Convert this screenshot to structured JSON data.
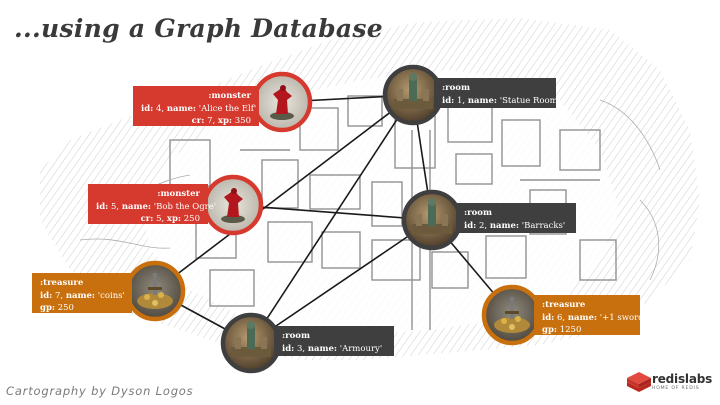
{
  "title": "...using a Graph Database",
  "credit": "Cartography by Dyson Logos",
  "logo": {
    "brand": "redislabs",
    "tagline": "HOME OF REDIS",
    "icon": "redis-cube-icon"
  },
  "colors": {
    "monster": "#d63a2f",
    "room": "#3f3f3f",
    "treasure": "#c9700e",
    "edge": "#1a1a1a"
  },
  "nodes": [
    {
      "id": "monster-4",
      "kind": "monster",
      "type_label": ":monster",
      "line2_key": "id:",
      "line2_val": " 4, ",
      "line2_key2": "name:",
      "line2_val2": " 'Alice the Elf'",
      "line3_key": "cr:",
      "line3_val": " 7, ",
      "line3_key2": "xp:",
      "line3_val2": " 350",
      "image": "monster-miniature-icon"
    },
    {
      "id": "monster-5",
      "kind": "monster",
      "type_label": ":monster",
      "line2_key": "id:",
      "line2_val": " 5, ",
      "line2_key2": "name:",
      "line2_val2": " 'Bob the Ogre'",
      "line3_key": "cr:",
      "line3_val": " 5, ",
      "line3_key2": "xp:",
      "line3_val2": " 250",
      "image": "monster-miniature-icon"
    },
    {
      "id": "room-1",
      "kind": "room",
      "type_label": ":room",
      "line2_key": "id:",
      "line2_val": " 1, ",
      "line2_key2": "name:",
      "line2_val2": " 'Statue Room'",
      "image": "statue-room-icon"
    },
    {
      "id": "room-2",
      "kind": "room",
      "type_label": ":room",
      "line2_key": "id:",
      "line2_val": " 2, ",
      "line2_key2": "name:",
      "line2_val2": " 'Barracks'",
      "image": "barracks-icon"
    },
    {
      "id": "room-3",
      "kind": "room",
      "type_label": ":room",
      "line2_key": "id:",
      "line2_val": " 3, ",
      "line2_key2": "name:",
      "line2_val2": " 'Armoury'",
      "image": "armoury-icon"
    },
    {
      "id": "treasure-7",
      "kind": "treasure",
      "type_label": ":treasure",
      "line2_key": "id:",
      "line2_val": " 7, ",
      "line2_key2": "name:",
      "line2_val2": " 'coins'",
      "line3_key": "gp:",
      "line3_val": " 250",
      "image": "treasure-coins-icon"
    },
    {
      "id": "treasure-6",
      "kind": "treasure",
      "type_label": ":treasure",
      "line2_key": "id:",
      "line2_val": " 6, ",
      "line2_key2": "name:",
      "line2_val2": " '+1 sword'",
      "line3_key": "gp:",
      "line3_val": " 1250",
      "image": "treasure-sword-icon"
    }
  ],
  "edges": [
    {
      "from": "monster-4",
      "to": "room-1"
    },
    {
      "from": "monster-5",
      "to": "room-2"
    },
    {
      "from": "room-1",
      "to": "room-2"
    },
    {
      "from": "room-1",
      "to": "room-3"
    },
    {
      "from": "room-1",
      "to": "treasure-7"
    },
    {
      "from": "room-2",
      "to": "room-3"
    },
    {
      "from": "room-2",
      "to": "treasure-6"
    },
    {
      "from": "treasure-7",
      "to": "room-3"
    }
  ]
}
